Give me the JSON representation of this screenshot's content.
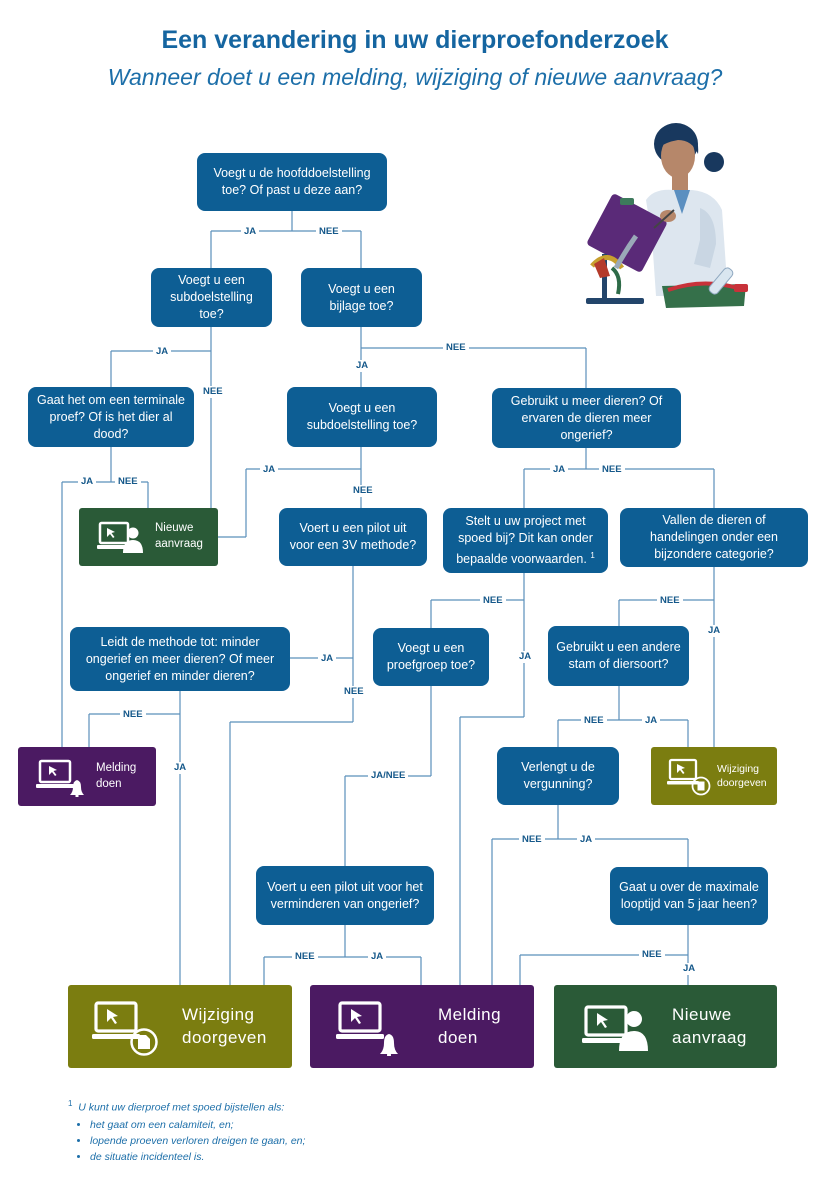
{
  "header": {
    "title": "Een verandering in uw dierproefonderzoek",
    "subtitle": "Wanneer doet u een melding, wijziging of nieuwe aanvraag?"
  },
  "questions": {
    "q1": "Voegt u de hoofddoelstelling toe? Of past u deze aan?",
    "q2": "Voegt u een subdoelstelling toe?",
    "q3": "Voegt u een bijlage toe?",
    "q4": "Gaat het om een terminale proef? Of is het dier al dood?",
    "q5": "Voegt u een subdoelstelling toe?",
    "q6": "Gebruikt u meer dieren? Of ervaren de dieren meer ongerief?",
    "q7": "Voert u een pilot uit voor een 3V methode?",
    "q8": "Stelt u uw project met spoed bij? Dit kan onder bepaalde voorwaarden.",
    "q8_mark": "1",
    "q9": "Vallen de dieren of handelingen onder een bijzondere categorie?",
    "q10": "Leidt de methode tot: minder ongerief en meer dieren? Of meer ongerief en minder dieren?",
    "q11": "Voegt u een proefgroep toe?",
    "q12": "Gebruikt u een andere stam of diersoort?",
    "q13": "Verlengt u de vergunning?",
    "q14": "Voert u een pilot uit voor het verminderen van ongerief?",
    "q15": "Gaat u over de maximale looptijd van 5 jaar heen?"
  },
  "labels": {
    "ja": "JA",
    "nee": "NEE",
    "janee": "JA/NEE"
  },
  "outcomes": {
    "nieuwe_aanvraag_small": "Nieuwe aanvraag",
    "melding_small": "Melding doen",
    "wijziging_small": "Wijziging doorgeven",
    "wijziging_big": "Wijziging doorgeven",
    "melding_big": "Melding doen",
    "nieuwe_aanvraag_big": "Nieuwe aanvraag"
  },
  "footnote": {
    "mark": "1",
    "intro": "U kunt uw dierproef met spoed bijstellen als:",
    "items": [
      "het gaat om een calamiteit, en;",
      "lopende proeven verloren dreigen te gaan, en;",
      "de situatie incidenteel is."
    ]
  },
  "colors": {
    "question": "#0d5e94",
    "line": "#5b90bb",
    "nieuwe_aanvraag": "#2a5a37",
    "melding": "#4b1a62",
    "wijziging": "#7b7d10"
  },
  "icons": [
    "laptop-user-icon",
    "laptop-bell-icon",
    "laptop-document-icon",
    "scientist-illustration"
  ]
}
